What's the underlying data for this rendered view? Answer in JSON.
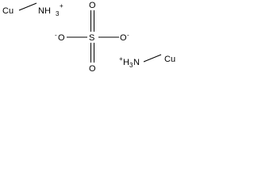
{
  "structure": {
    "complex_1": {
      "metal": "Cu",
      "ligand_main": "NH",
      "ligand_subscript": "3",
      "ligand_charge": "+"
    },
    "sulfate": {
      "center": "S",
      "oxygen_top": "O",
      "oxygen_bottom": "O",
      "oxygen_left": "O",
      "oxygen_right": "O",
      "left_charge": "-",
      "right_charge": "-"
    },
    "complex_2": {
      "ligand_charge": "+",
      "ligand_prefix": "H",
      "ligand_subscript": "3",
      "ligand_suffix": "N",
      "metal": "Cu"
    }
  }
}
